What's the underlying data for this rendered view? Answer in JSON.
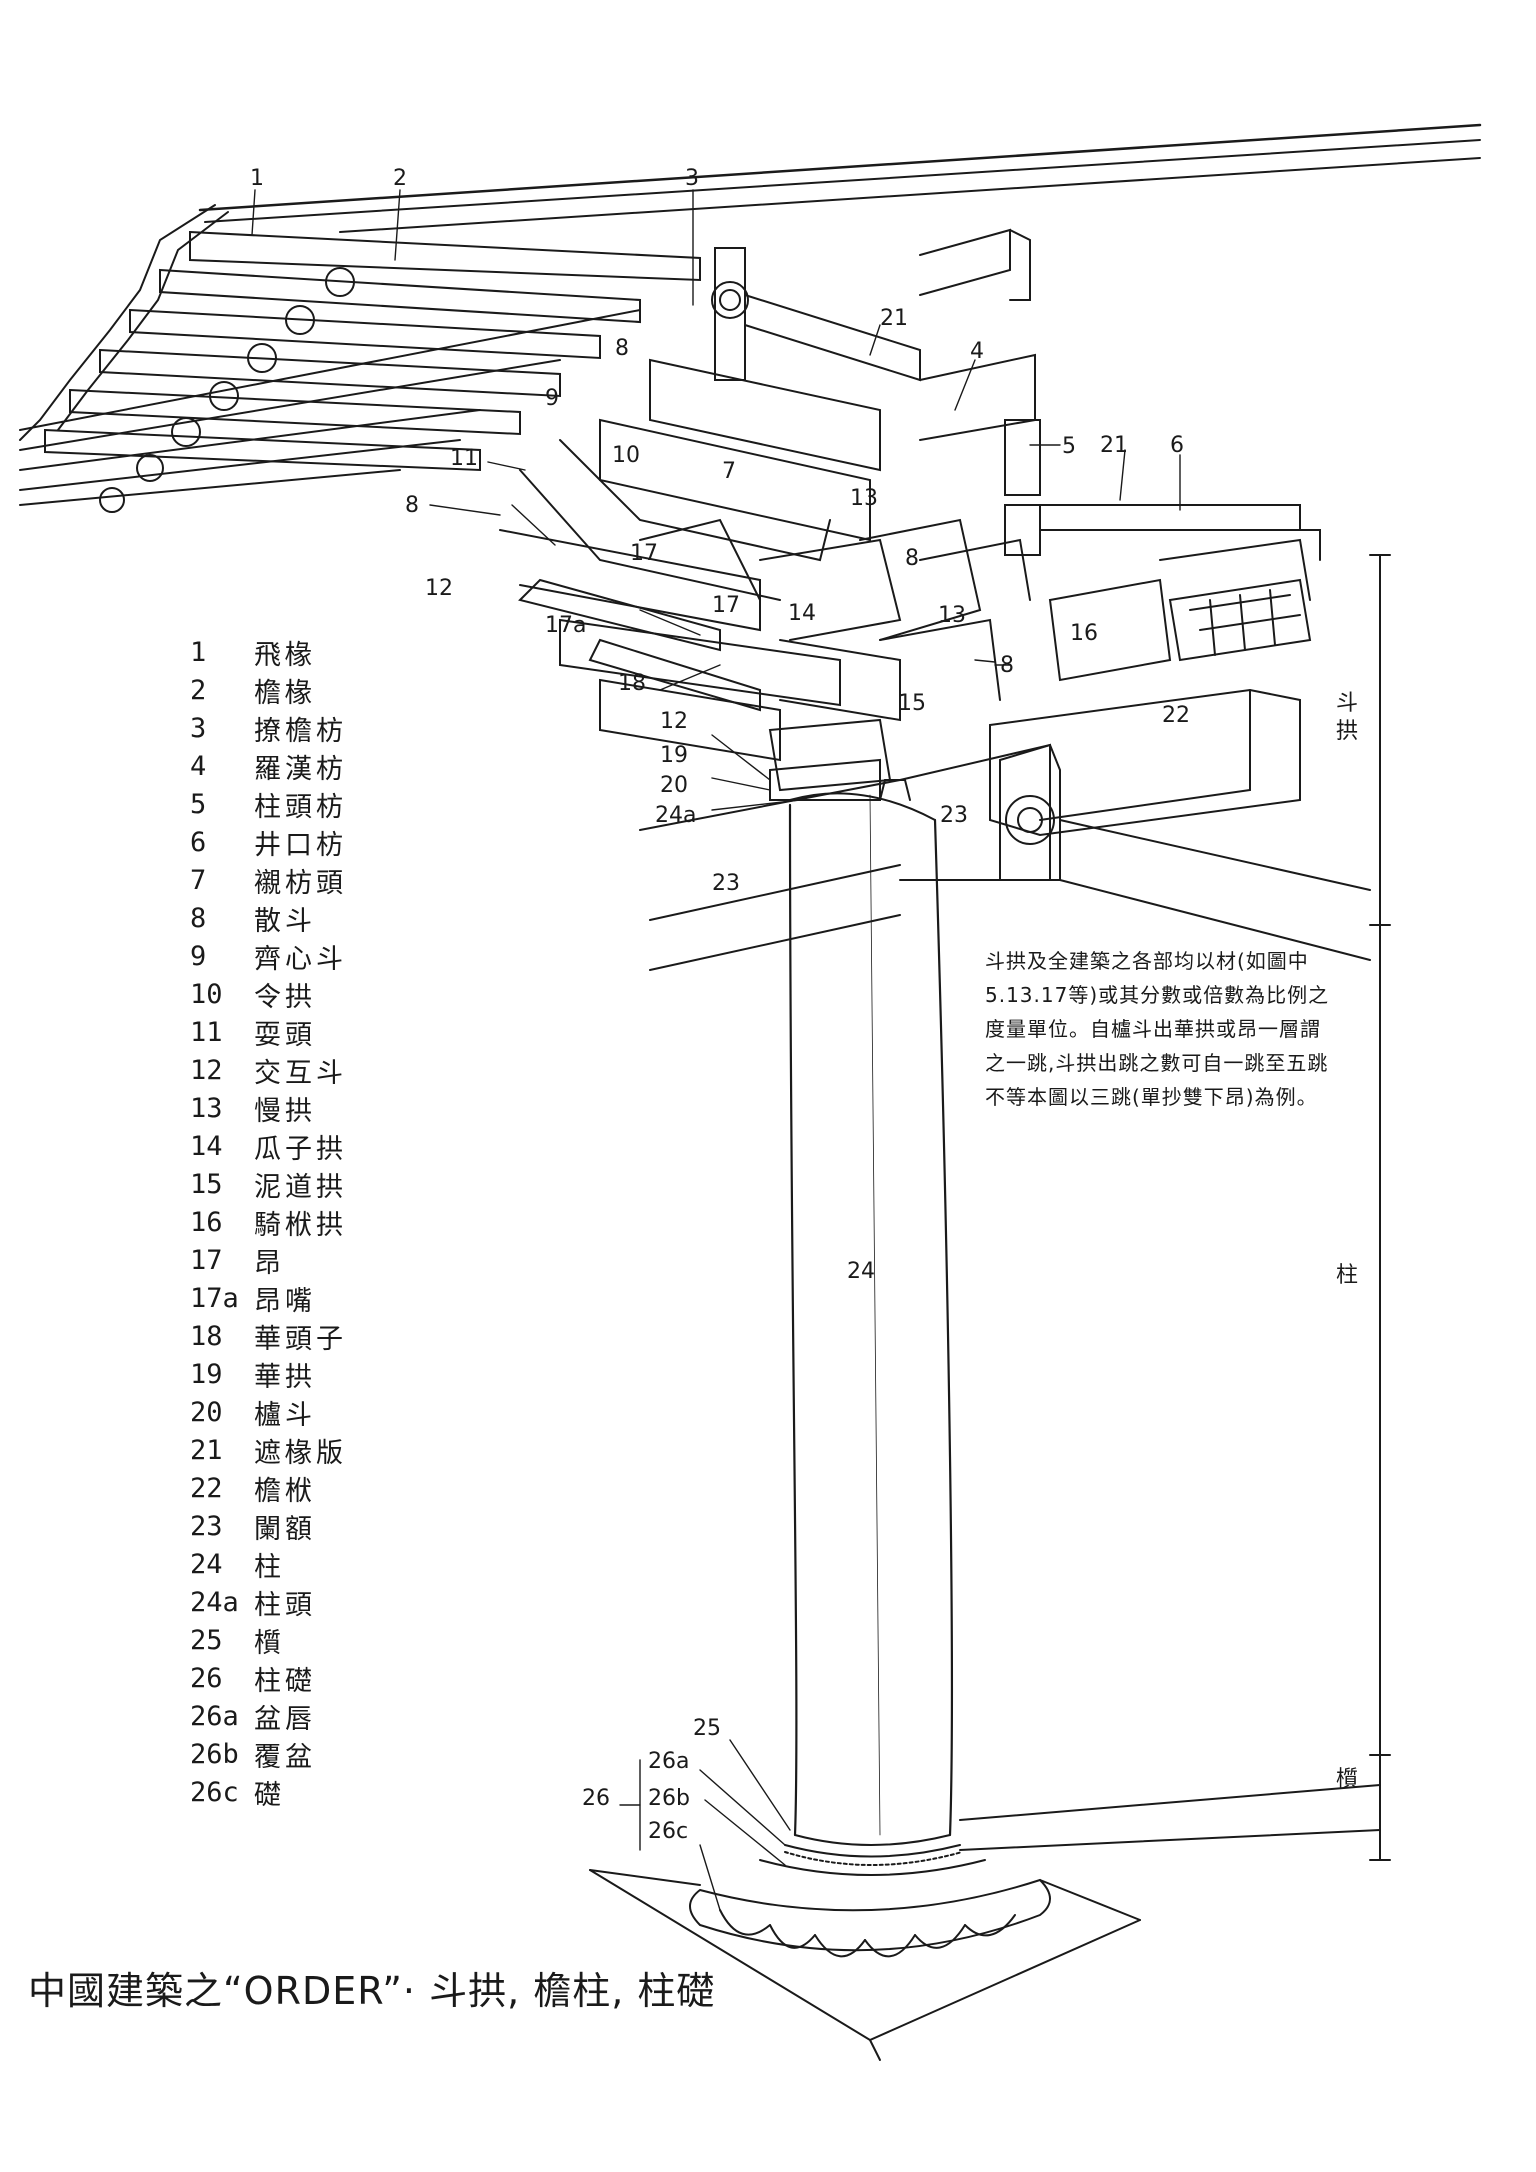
{
  "legend": [
    {
      "num": "1",
      "term": "飛椽"
    },
    {
      "num": "2",
      "term": "檐椽"
    },
    {
      "num": "3",
      "term": "撩檐枋"
    },
    {
      "num": "4",
      "term": "羅漢枋"
    },
    {
      "num": "5",
      "term": "柱頭枋"
    },
    {
      "num": "6",
      "term": "井口枋"
    },
    {
      "num": "7",
      "term": "襯枋頭"
    },
    {
      "num": "8",
      "term": "散斗"
    },
    {
      "num": "9",
      "term": "齊心斗"
    },
    {
      "num": "10",
      "term": "令拱"
    },
    {
      "num": "11",
      "term": "耍頭"
    },
    {
      "num": "12",
      "term": "交互斗"
    },
    {
      "num": "13",
      "term": "慢拱"
    },
    {
      "num": "14",
      "term": "瓜子拱"
    },
    {
      "num": "15",
      "term": "泥道拱"
    },
    {
      "num": "16",
      "term": "騎栿拱"
    },
    {
      "num": "17",
      "term": "昂"
    },
    {
      "num": "17a",
      "term": "昂嘴"
    },
    {
      "num": "18",
      "term": "華頭子"
    },
    {
      "num": "19",
      "term": "華拱"
    },
    {
      "num": "20",
      "term": "櫨斗"
    },
    {
      "num": "21",
      "term": "遮椽版"
    },
    {
      "num": "22",
      "term": "檐栿"
    },
    {
      "num": "23",
      "term": "闌額"
    },
    {
      "num": "24",
      "term": "柱"
    },
    {
      "num": "24a",
      "term": "柱頭"
    },
    {
      "num": "25",
      "term": "櫍"
    },
    {
      "num": "26",
      "term": "柱礎"
    },
    {
      "num": "26a",
      "term": "盆唇"
    },
    {
      "num": "26b",
      "term": "覆盆"
    },
    {
      "num": "26c",
      "term": "礎"
    }
  ],
  "note": "斗拱及全建築之各部均以材(如圖中5.13.17等)或其分數或倍數為比例之度量單位。自櫨斗出華拱或昂一層謂之一跳,斗拱出跳之數可自一跳至五跳不等本圖以三跳(單抄雙下昂)為例。",
  "caption": "中國建築之“ORDER”· 斗拱, 檐柱, 柱礎",
  "side_labels": {
    "dougong": "斗拱",
    "column": "柱",
    "zhi": "櫍"
  },
  "callouts": {
    "c1": "1",
    "c2": "2",
    "c3": "3",
    "c4": "4",
    "c5": "5",
    "c6": "6",
    "c7": "7",
    "c8a": "8",
    "c8b": "8",
    "c8c": "8",
    "c8d": "8",
    "c9": "9",
    "c10": "10",
    "c11": "11",
    "c12a": "12",
    "c12b": "12",
    "c13a": "13",
    "c13b": "13",
    "c14": "14",
    "c15": "15",
    "c16": "16",
    "c17a": "17",
    "c17b": "17",
    "c17c": "17a",
    "c18": "18",
    "c19": "19",
    "c20": "20",
    "c21a": "21",
    "c21b": "21",
    "c22": "22",
    "c23a": "23",
    "c23b": "23",
    "c24": "24",
    "c24a": "24a",
    "c25": "25",
    "c26": "26",
    "c26a": "26a",
    "c26b": "26b",
    "c26c": "26c"
  }
}
